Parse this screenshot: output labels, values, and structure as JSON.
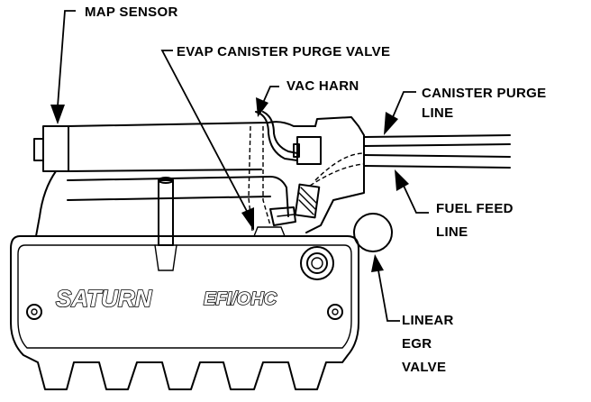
{
  "labels": {
    "map_sensor": "MAP SENSOR",
    "evap_valve": "EVAP CANISTER PURGE VALVE",
    "vac_harn": "VAC HARN",
    "canister_purge_line_1": "CANISTER PURGE",
    "canister_purge_line_2": "LINE",
    "fuel_feed_line_1": "FUEL FEED",
    "fuel_feed_line_2": "LINE",
    "linear_egr_1": "LINEAR",
    "linear_egr_2": "EGR",
    "linear_egr_3": "VALVE"
  },
  "cover": {
    "brand": "SATURN",
    "model": "EFI/OHC"
  }
}
